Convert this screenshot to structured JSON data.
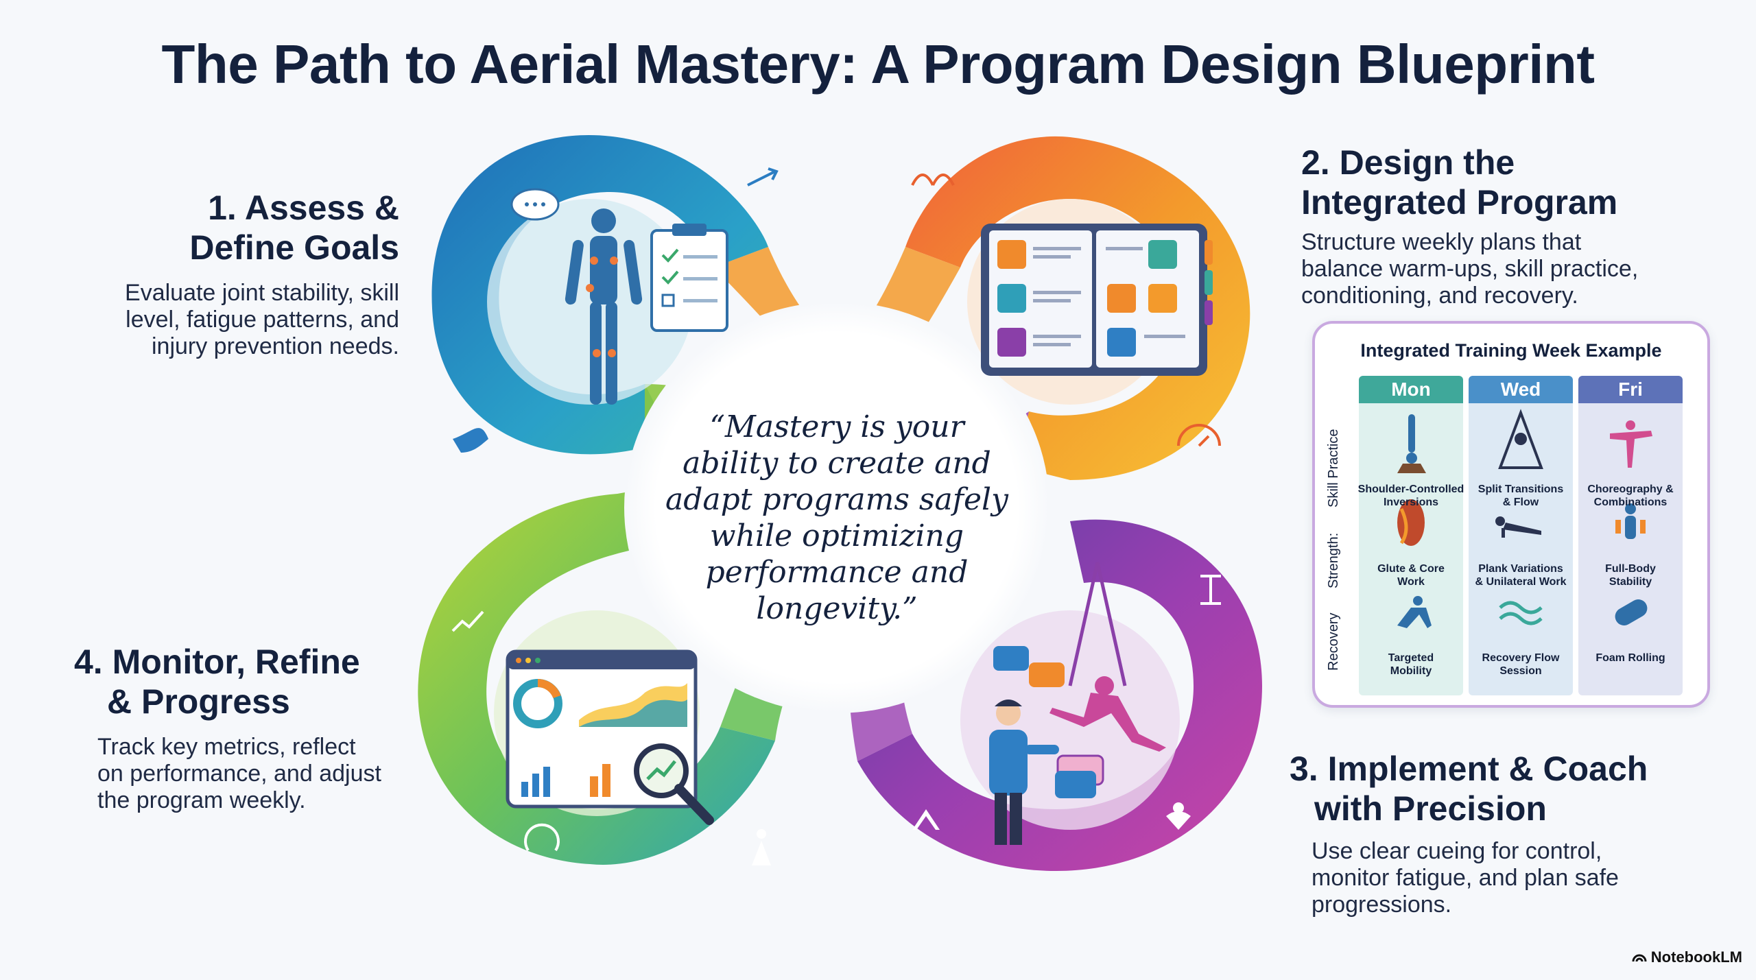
{
  "title": "The Path to Aerial Mastery: A Program Design Blueprint",
  "quote": "“Mastery is your ability to create and adapt programs safely while optimizing performance and longevity.”",
  "steps": [
    {
      "title_line1": "1. Assess &",
      "title_line2": "Define Goals",
      "desc_lines": [
        "Evaluate joint stability, skill",
        "level, fatigue patterns, and",
        "injury prevention needs."
      ]
    },
    {
      "title_line1": "2. Design the",
      "title_line2": "Integrated Program",
      "desc_lines": [
        "Structure weekly plans that",
        "balance warm-ups, skill practice,",
        "conditioning, and recovery."
      ]
    },
    {
      "title_line1": "3. Implement & Coach",
      "title_line2": "with Precision",
      "desc_lines": [
        "Use clear cueing for control,",
        "monitor fatigue, and plan safe",
        "progressions."
      ]
    },
    {
      "title_line1": "4. Monitor, Refine",
      "title_line2": "& Progress",
      "desc_lines": [
        "Track key metrics, reflect",
        "on performance, and adjust",
        "the program weekly."
      ]
    }
  ],
  "week": {
    "title": "Integrated Training Week Example",
    "days": [
      {
        "label": "Mon",
        "head_color": "#3fa89a",
        "col_color": "#dff1ee"
      },
      {
        "label": "Wed",
        "head_color": "#4a90c9",
        "col_color": "#dde9f4"
      },
      {
        "label": "Fri",
        "head_color": "#5d72b8",
        "col_color": "#e2e5f3"
      }
    ],
    "rows": [
      "Skill Practice",
      "Strength:",
      "Recovery"
    ],
    "cells": [
      [
        "Shoulder-Controlled",
        "Inversions"
      ],
      [
        "Split Transitions",
        "& Flow"
      ],
      [
        "Choreography &",
        "Combinations"
      ],
      [
        "Glute & Core",
        "Work"
      ],
      [
        "Plank Variations",
        "& Unilateral Work"
      ],
      [
        "Full-Body",
        "Stability"
      ],
      [
        "Targeted",
        "Mobility"
      ],
      [
        "Recovery Flow",
        "Session"
      ],
      [
        "Foam Rolling",
        ""
      ]
    ]
  },
  "brand": "NotebookLM",
  "colors": {
    "blue": "#2f7fc4",
    "orange": "#f08a2c",
    "purple": "#8a3fa8",
    "green": "#8cc63f",
    "title": "#14213d"
  }
}
